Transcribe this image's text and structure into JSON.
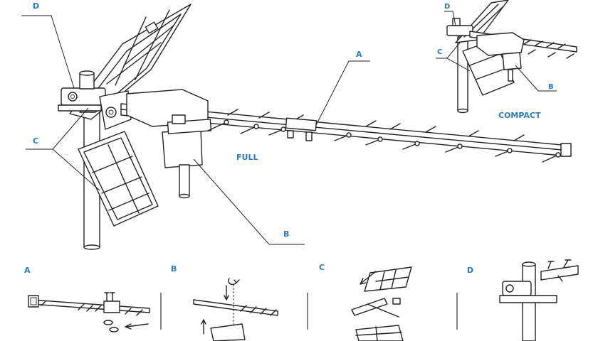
{
  "labels": {
    "main_d": "D",
    "main_c": "C",
    "main_a": "A",
    "main_b": "B",
    "full": "FULL",
    "compact_d": "D",
    "compact_c": "C",
    "compact_b": "B",
    "compact": "COMPACT"
  },
  "steps": [
    {
      "label": "A"
    },
    {
      "label": "B"
    },
    {
      "label": "C"
    },
    {
      "label": "D"
    }
  ],
  "colors": {
    "label": "#2a7bb8",
    "line": "#222222"
  }
}
